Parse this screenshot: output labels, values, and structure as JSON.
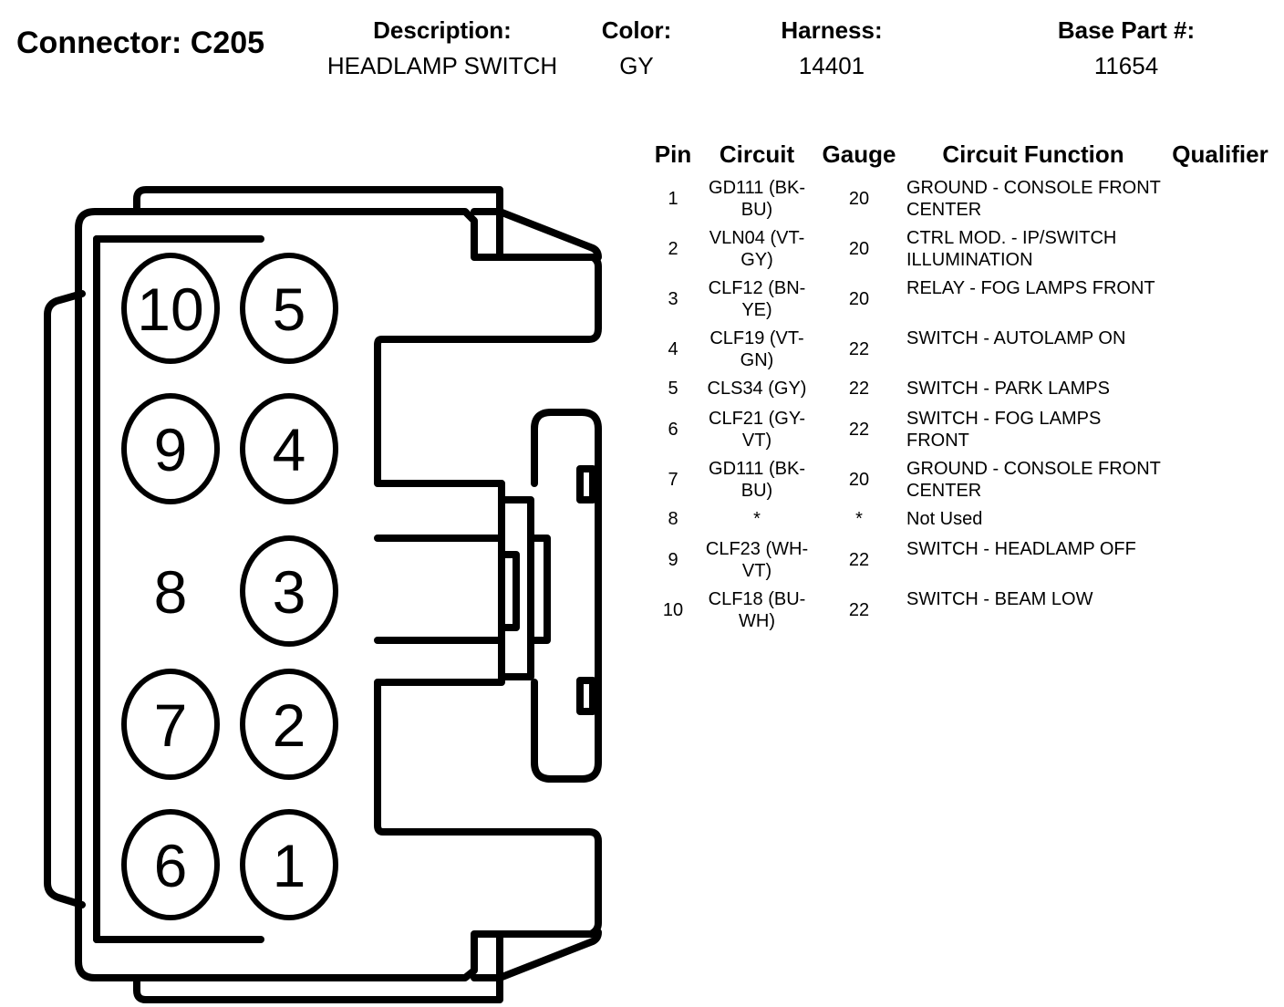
{
  "connector": {
    "title": "Connector: C205",
    "description_label": "Description:",
    "description": "HEADLAMP SWITCH",
    "color_label": "Color:",
    "color": "GY",
    "harness_label": "Harness:",
    "harness": "14401",
    "base_part_label": "Base Part #:",
    "base_part": "11654"
  },
  "diagram": {
    "cavities": [
      {
        "label": "10",
        "circled": true
      },
      {
        "label": "5",
        "circled": true
      },
      {
        "label": "9",
        "circled": true
      },
      {
        "label": "4",
        "circled": true
      },
      {
        "label": "8",
        "circled": false
      },
      {
        "label": "3",
        "circled": true
      },
      {
        "label": "7",
        "circled": true
      },
      {
        "label": "2",
        "circled": true
      },
      {
        "label": "6",
        "circled": true
      },
      {
        "label": "1",
        "circled": true
      }
    ]
  },
  "table": {
    "headers": {
      "pin": "Pin",
      "circuit": "Circuit",
      "gauge": "Gauge",
      "function": "Circuit Function",
      "qualifier": "Qualifier"
    },
    "rows": [
      {
        "pin": "1",
        "circuit": "GD111 (BK-BU)",
        "gauge": "20",
        "function": "GROUND - CONSOLE FRONT CENTER",
        "qualifier": ""
      },
      {
        "pin": "2",
        "circuit": "VLN04 (VT-GY)",
        "gauge": "20",
        "function": "CTRL MOD. - IP/SWITCH ILLUMINATION",
        "qualifier": ""
      },
      {
        "pin": "3",
        "circuit": "CLF12 (BN-YE)",
        "gauge": "20",
        "function": "RELAY - FOG LAMPS FRONT",
        "qualifier": ""
      },
      {
        "pin": "4",
        "circuit": "CLF19 (VT-GN)",
        "gauge": "22",
        "function": "SWITCH - AUTOLAMP ON",
        "qualifier": ""
      },
      {
        "pin": "5",
        "circuit": "CLS34 (GY)",
        "gauge": "22",
        "function": "SWITCH - PARK LAMPS",
        "qualifier": ""
      },
      {
        "pin": "6",
        "circuit": "CLF21 (GY-VT)",
        "gauge": "22",
        "function": "SWITCH - FOG LAMPS FRONT",
        "qualifier": ""
      },
      {
        "pin": "7",
        "circuit": "GD111 (BK-BU)",
        "gauge": "20",
        "function": "GROUND - CONSOLE FRONT CENTER",
        "qualifier": ""
      },
      {
        "pin": "8",
        "circuit": "*",
        "gauge": "*",
        "function": "Not Used",
        "qualifier": ""
      },
      {
        "pin": "9",
        "circuit": "CLF23 (WH-VT)",
        "gauge": "22",
        "function": "SWITCH - HEADLAMP OFF",
        "qualifier": ""
      },
      {
        "pin": "10",
        "circuit": "CLF18 (BU-WH)",
        "gauge": "22",
        "function": "SWITCH - BEAM LOW",
        "qualifier": ""
      }
    ]
  }
}
